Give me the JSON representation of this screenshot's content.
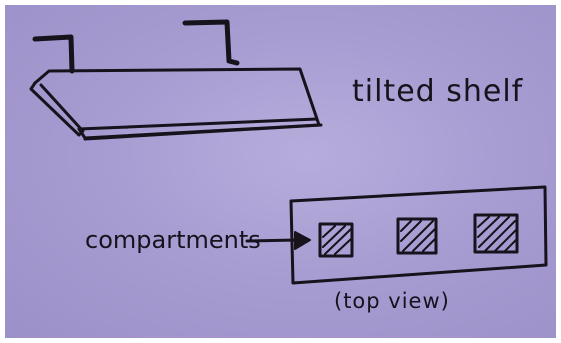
{
  "sketch": {
    "shelf_label": "tilted shelf",
    "compartments_label": "compartments",
    "top_view_label": "(top view)"
  },
  "colors": {
    "paper": "#a89dd2",
    "ink": "#17121c"
  }
}
